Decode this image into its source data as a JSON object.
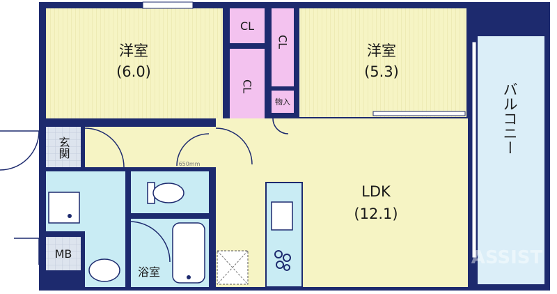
{
  "rooms": {
    "western_left": {
      "name": "洋室",
      "size": "(6.0)"
    },
    "western_right": {
      "name": "洋室",
      "size": "(5.3)"
    },
    "ldk": {
      "name": "LDK",
      "size": "(12.1)"
    },
    "closet_a": "CL",
    "closet_b": "CL",
    "closet_c": "CL",
    "storage": "物入",
    "entrance": "玄関",
    "meter_box": "MB",
    "bathroom": "浴室",
    "balcony": "バルコニー"
  },
  "door_width_note": "650mm",
  "watermark": "ASSIST",
  "colors": {
    "wall": "#1d2a6e",
    "room_fill": "#f6f4c4",
    "wet_area": "#c9ecf4",
    "closet": "#f3c2ef",
    "balcony": "#dbeef8",
    "entrance_floor": "#dde4ee"
  }
}
